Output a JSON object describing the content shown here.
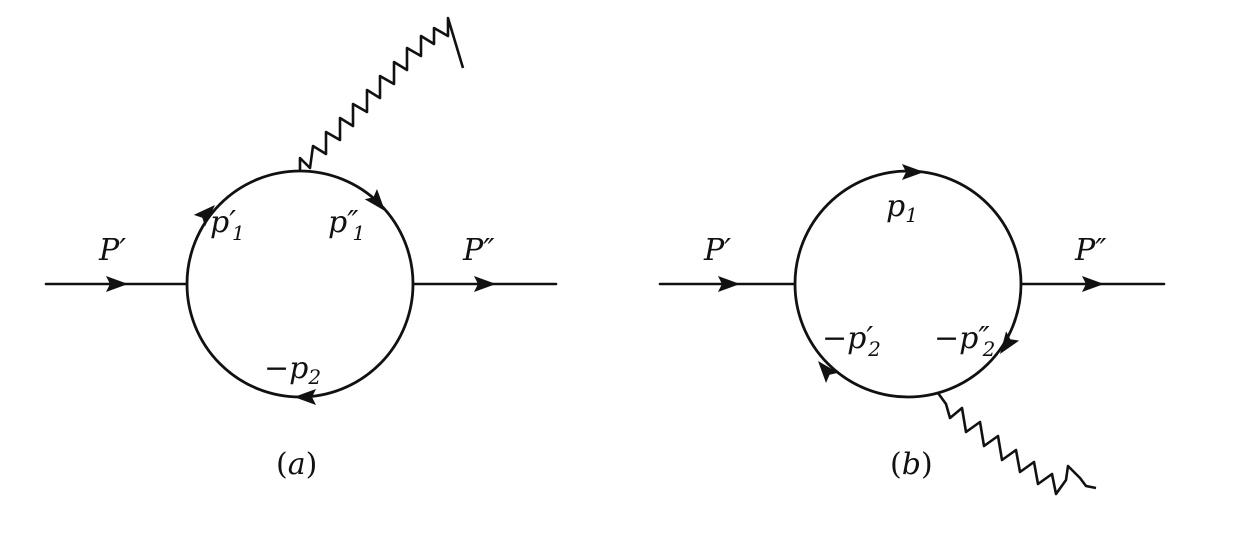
{
  "diagrams": [
    {
      "id": "a",
      "caption": {
        "open": "(",
        "letter": "a",
        "close": ")"
      },
      "labels": {
        "incoming": {
          "base": "P",
          "prime": "′"
        },
        "outgoing": {
          "base": "P",
          "prime": "″"
        },
        "upper_left": {
          "base": "p",
          "prime": "′",
          "sub": "1"
        },
        "upper_right": {
          "base": "p",
          "prime": "″",
          "sub": "1"
        },
        "lower": {
          "base": "−p",
          "prime": "",
          "sub": "2"
        }
      }
    },
    {
      "id": "b",
      "caption": {
        "open": "(",
        "letter": "b",
        "close": ")"
      },
      "labels": {
        "incoming": {
          "base": "P",
          "prime": "′"
        },
        "outgoing": {
          "base": "P",
          "prime": "″"
        },
        "upper": {
          "base": "p",
          "prime": "",
          "sub": "1"
        },
        "lower_left": {
          "base": "−p",
          "prime": "′",
          "sub": "2"
        },
        "lower_right": {
          "base": "−p",
          "prime": "″",
          "sub": "2"
        }
      }
    }
  ]
}
